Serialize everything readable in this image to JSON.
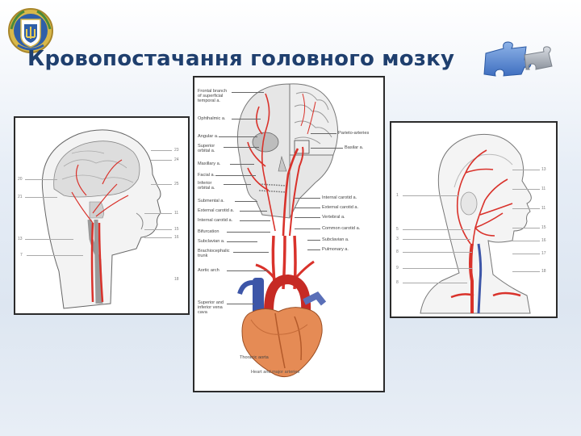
{
  "slide": {
    "title": "Кровопостачання головного мозку"
  },
  "colors": {
    "title": "#1f3f6e",
    "artery": "#d9322b",
    "vein": "#3d56a8",
    "heart": "#e58b55",
    "panel_border": "#2b2b2b"
  },
  "icons": {
    "emblem": "university-crest-icon",
    "puzzle": "puzzle-pieces-icon"
  },
  "center_figure": {
    "right_labels": [
      "Parieto-arteries",
      "Basilar a.",
      "Internal carotid a.",
      "External carotid a.",
      "Vertebral a.",
      "Common carotid a.",
      "Subclavian a.",
      "Pulmonary a."
    ],
    "left_labels": [
      "Frontal branch of superficial temporal a.",
      "Ophthalmic a.",
      "Angular a.",
      "Superior orbital a.",
      "Maxillary a.",
      "Facial a.",
      "Inferior orbital a.",
      "Submental a.",
      "External carotid a.",
      "Internal carotid a.",
      "Bifurcation",
      "Subclavian a.",
      "Brachiocephalic trunk",
      "Aortic arch",
      "Superior and inferior vena cava"
    ],
    "bottom_label": "Thoracic aorta",
    "caption": "Heart and major arteries"
  },
  "left_figure": {
    "right_numbers": [
      "23",
      "24",
      "25",
      "11",
      "15",
      "16",
      "18"
    ],
    "left_numbers": [
      "20",
      "21",
      "13",
      "7"
    ]
  },
  "right_figure": {
    "right_numbers": [
      "13",
      "11",
      "11",
      "15",
      "16",
      "17",
      "18"
    ],
    "left_numbers": [
      "1",
      "5",
      "3",
      "8",
      "9",
      "8"
    ]
  }
}
